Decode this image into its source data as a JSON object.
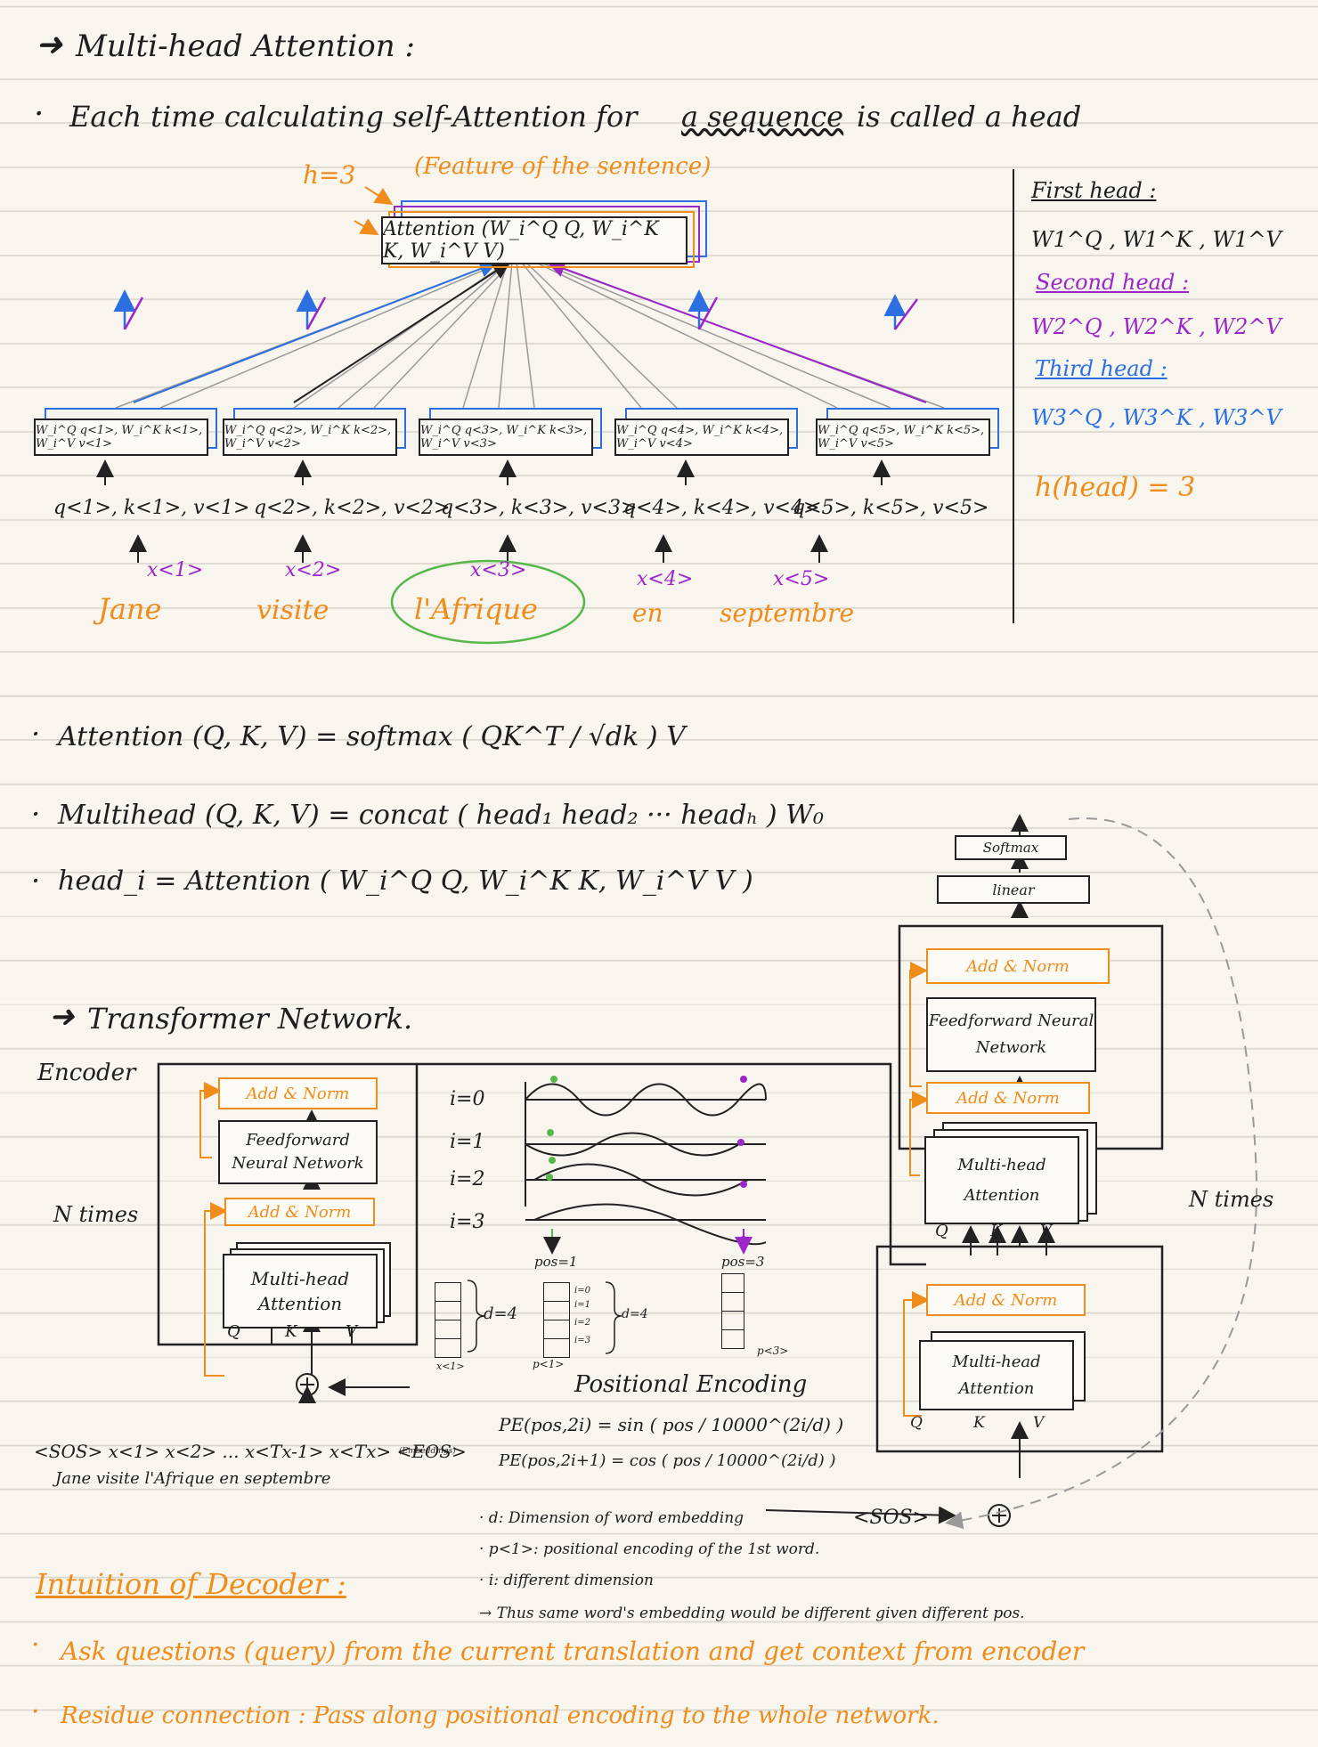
{
  "mha": {
    "title": "Multi-head Attention :",
    "bullet1_pre": "Each time calculating self-Attention for",
    "bullet1_underline": "a sequence",
    "bullet1_post": "is called a head",
    "h_label": "h=3",
    "feature_label": "(Feature of the sentence)",
    "attention_box": "Attention (W_i^Q Q, W_i^K K, W_i^V V)",
    "word_boxes": [
      "W_i^Q q<1>, W_i^K k<1>, W_i^V v<1>",
      "W_i^Q q<2>, W_i^K k<2>, W_i^V v<2>",
      "W_i^Q q<3>, W_i^K k<3>, W_i^V v<3>",
      "W_i^Q q<4>, W_i^K k<4>, W_i^V v<4>",
      "W_i^Q q<5>, W_i^K k<5>, W_i^V v<5>"
    ],
    "qkv": [
      "q<1>, k<1>, v<1>",
      "q<2>, k<2>, v<2>",
      "q<3>, k<3>, v<3>",
      "q<4>, k<4>, v<4>",
      "q<5>, k<5>, v<5>"
    ],
    "x_labels": [
      "x<1>",
      "x<2>",
      "x<3>",
      "x<4>",
      "x<5>"
    ],
    "words": [
      "Jane",
      "visite",
      "l'Afrique",
      "en",
      "septembre"
    ],
    "side": {
      "first": "First head :",
      "first_w": "W1^Q , W1^K , W1^V",
      "second": "Second head :",
      "second_w": "W2^Q , W2^K , W2^V",
      "third": "Third head :",
      "third_w": "W3^Q , W3^K , W3^V",
      "h_head": "h(head) = 3"
    }
  },
  "formulas": {
    "f1": "Attention (Q, K, V) = softmax ( QK^T / √dk ) V",
    "f2": "Multihead (Q, K, V) = concat ( head₁ head₂ ··· headₕ ) W₀",
    "f3": "head_i = Attention ( W_i^Q Q, W_i^K K, W_i^V V )"
  },
  "transformer": {
    "title": "Transformer Network.",
    "encoder_label": "Encoder",
    "n_times_left": "N times",
    "n_times_right": "N times",
    "enc_add_norm_top": "Add & Norm",
    "enc_ffn": "Feedforward Neural Network",
    "enc_add_norm_bottom": "Add & Norm",
    "enc_mha": "Multi-head Attention",
    "qkv": [
      "Q",
      "K",
      "V"
    ],
    "sequence": "<SOS> x<1> x<2> ... x<Tx-1> x<Tx> <EOS>",
    "embedding_note": "(Embeddings)",
    "sequence_words": "Jane visite l'Afrique en septembre",
    "i_labels": [
      "i=0",
      "i=1",
      "i=2",
      "i=3"
    ],
    "pos1": "pos=1",
    "pos3": "pos=3",
    "d4": "d=4",
    "x1": "x<1>",
    "p1": "p<1>",
    "p3": "p<3>",
    "i_small": [
      "i=0",
      "i=1",
      "i=2",
      "i=3"
    ],
    "pe_title": "Positional Encoding",
    "pe1": "PE(pos,2i) = sin ( pos / 10000^(2i/d) )",
    "pe2": "PE(pos,2i+1) = cos ( pos / 10000^(2i/d) )",
    "notes": [
      "· d: Dimension of word embedding",
      "· p<1>: positional encoding of the 1st word.",
      "· i: different dimension",
      "→ Thus same word's embedding would be different given different pos."
    ],
    "softmax": "Softmax",
    "linear": "linear",
    "dec_add_norm1": "Add & Norm",
    "dec_ffn": "Feedforward Neural Network",
    "dec_add_norm2": "Add & Norm",
    "dec_mha1": "Multi-head Attention",
    "dec_add_norm3": "Add & Norm",
    "dec_mha2": "Multi-head Attention",
    "sos": "<SOS>"
  },
  "decoder_intuition": {
    "title": "Intuition of Decoder :",
    "b1": "Ask questions (query) from the current translation and get context from encoder",
    "b2": "Residue connection : Pass along positional encoding to the whole network."
  }
}
